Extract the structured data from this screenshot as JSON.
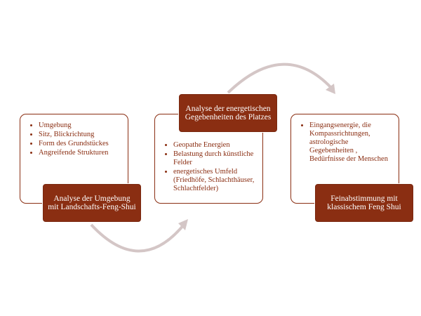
{
  "colors": {
    "accent": "#8a2e12",
    "connector": "#d4c6c6"
  },
  "steps": [
    {
      "title": "Analyse der Umgebung mit Landschafts-Feng-Shui",
      "items": [
        "Umgebung",
        "Sitz, Blickrichtung",
        "Form des Grundstückes",
        "Angreifende Strukturen"
      ]
    },
    {
      "title": "Analyse der energetischen Gegebenheiten des Platzes",
      "items": [
        "Geopathe Energien",
        "Belastung durch künstliche Felder",
        "energetisches Umfeld (Friedhöfe, Schlachthäuser, Schlachtfelder)"
      ]
    },
    {
      "title": "Feinabstimmung mit klassischem Feng Shui",
      "items": [
        "Eingangsenergie, die Kompassrichtungen, astrologische Gegebenheiten , Bedürfnisse der Menschen"
      ]
    }
  ]
}
